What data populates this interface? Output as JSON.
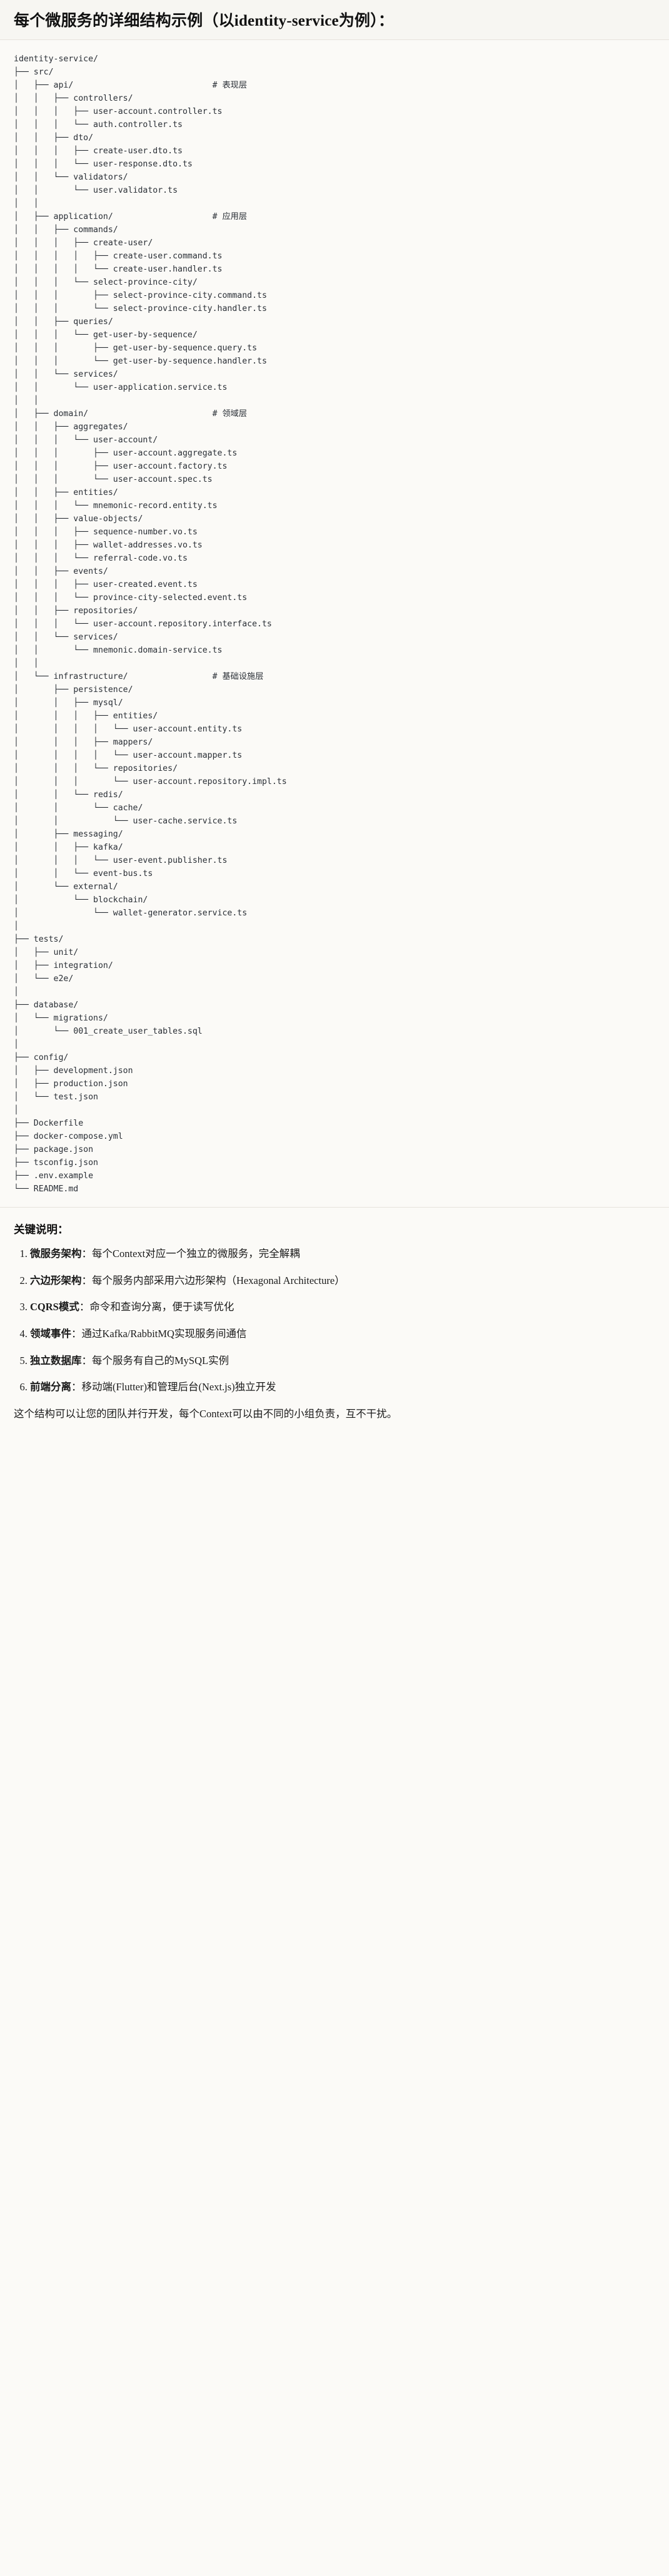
{
  "header": {
    "title": "每个微服务的详细结构示例（以identity-service为例）："
  },
  "tree": {
    "root_label": "identity-service/",
    "lines": [
      {
        "prefix": "",
        "name": "identity-service/",
        "comment": ""
      },
      {
        "prefix": "├── ",
        "name": "src/",
        "comment": ""
      },
      {
        "prefix": "│   ├── ",
        "name": "api/",
        "comment": "# 表现层"
      },
      {
        "prefix": "│   │   ├── ",
        "name": "controllers/",
        "comment": ""
      },
      {
        "prefix": "│   │   │   ├── ",
        "name": "user-account.controller.ts",
        "comment": ""
      },
      {
        "prefix": "│   │   │   └── ",
        "name": "auth.controller.ts",
        "comment": ""
      },
      {
        "prefix": "│   │   ├── ",
        "name": "dto/",
        "comment": ""
      },
      {
        "prefix": "│   │   │   ├── ",
        "name": "create-user.dto.ts",
        "comment": ""
      },
      {
        "prefix": "│   │   │   └── ",
        "name": "user-response.dto.ts",
        "comment": ""
      },
      {
        "prefix": "│   │   └── ",
        "name": "validators/",
        "comment": ""
      },
      {
        "prefix": "│   │       └── ",
        "name": "user.validator.ts",
        "comment": ""
      },
      {
        "prefix": "│   │",
        "name": "",
        "comment": ""
      },
      {
        "prefix": "│   ├── ",
        "name": "application/",
        "comment": "# 应用层"
      },
      {
        "prefix": "│   │   ├── ",
        "name": "commands/",
        "comment": ""
      },
      {
        "prefix": "│   │   │   ├── ",
        "name": "create-user/",
        "comment": ""
      },
      {
        "prefix": "│   │   │   │   ├── ",
        "name": "create-user.command.ts",
        "comment": ""
      },
      {
        "prefix": "│   │   │   │   └── ",
        "name": "create-user.handler.ts",
        "comment": ""
      },
      {
        "prefix": "│   │   │   └── ",
        "name": "select-province-city/",
        "comment": ""
      },
      {
        "prefix": "│   │   │       ├── ",
        "name": "select-province-city.command.ts",
        "comment": ""
      },
      {
        "prefix": "│   │   │       └── ",
        "name": "select-province-city.handler.ts",
        "comment": ""
      },
      {
        "prefix": "│   │   ├── ",
        "name": "queries/",
        "comment": ""
      },
      {
        "prefix": "│   │   │   └── ",
        "name": "get-user-by-sequence/",
        "comment": ""
      },
      {
        "prefix": "│   │   │       ├── ",
        "name": "get-user-by-sequence.query.ts",
        "comment": ""
      },
      {
        "prefix": "│   │   │       └── ",
        "name": "get-user-by-sequence.handler.ts",
        "comment": ""
      },
      {
        "prefix": "│   │   └── ",
        "name": "services/",
        "comment": ""
      },
      {
        "prefix": "│   │       └── ",
        "name": "user-application.service.ts",
        "comment": ""
      },
      {
        "prefix": "│   │",
        "name": "",
        "comment": ""
      },
      {
        "prefix": "│   ├── ",
        "name": "domain/",
        "comment": "# 领域层"
      },
      {
        "prefix": "│   │   ├── ",
        "name": "aggregates/",
        "comment": ""
      },
      {
        "prefix": "│   │   │   └── ",
        "name": "user-account/",
        "comment": ""
      },
      {
        "prefix": "│   │   │       ├── ",
        "name": "user-account.aggregate.ts",
        "comment": ""
      },
      {
        "prefix": "│   │   │       ├── ",
        "name": "user-account.factory.ts",
        "comment": ""
      },
      {
        "prefix": "│   │   │       └── ",
        "name": "user-account.spec.ts",
        "comment": ""
      },
      {
        "prefix": "│   │   ├── ",
        "name": "entities/",
        "comment": ""
      },
      {
        "prefix": "│   │   │   └── ",
        "name": "mnemonic-record.entity.ts",
        "comment": ""
      },
      {
        "prefix": "│   │   ├── ",
        "name": "value-objects/",
        "comment": ""
      },
      {
        "prefix": "│   │   │   ├── ",
        "name": "sequence-number.vo.ts",
        "comment": ""
      },
      {
        "prefix": "│   │   │   ├── ",
        "name": "wallet-addresses.vo.ts",
        "comment": ""
      },
      {
        "prefix": "│   │   │   └── ",
        "name": "referral-code.vo.ts",
        "comment": ""
      },
      {
        "prefix": "│   │   ├── ",
        "name": "events/",
        "comment": ""
      },
      {
        "prefix": "│   │   │   ├── ",
        "name": "user-created.event.ts",
        "comment": ""
      },
      {
        "prefix": "│   │   │   └── ",
        "name": "province-city-selected.event.ts",
        "comment": ""
      },
      {
        "prefix": "│   │   ├── ",
        "name": "repositories/",
        "comment": ""
      },
      {
        "prefix": "│   │   │   └── ",
        "name": "user-account.repository.interface.ts",
        "comment": ""
      },
      {
        "prefix": "│   │   └── ",
        "name": "services/",
        "comment": ""
      },
      {
        "prefix": "│   │       └── ",
        "name": "mnemonic.domain-service.ts",
        "comment": ""
      },
      {
        "prefix": "│   │",
        "name": "",
        "comment": ""
      },
      {
        "prefix": "│   └── ",
        "name": "infrastructure/",
        "comment": "# 基础设施层"
      },
      {
        "prefix": "│       ├── ",
        "name": "persistence/",
        "comment": ""
      },
      {
        "prefix": "│       │   ├── ",
        "name": "mysql/",
        "comment": ""
      },
      {
        "prefix": "│       │   │   ├── ",
        "name": "entities/",
        "comment": ""
      },
      {
        "prefix": "│       │   │   │   └── ",
        "name": "user-account.entity.ts",
        "comment": ""
      },
      {
        "prefix": "│       │   │   ├── ",
        "name": "mappers/",
        "comment": ""
      },
      {
        "prefix": "│       │   │   │   └── ",
        "name": "user-account.mapper.ts",
        "comment": ""
      },
      {
        "prefix": "│       │   │   └── ",
        "name": "repositories/",
        "comment": ""
      },
      {
        "prefix": "│       │   │       └── ",
        "name": "user-account.repository.impl.ts",
        "comment": ""
      },
      {
        "prefix": "│       │   └── ",
        "name": "redis/",
        "comment": ""
      },
      {
        "prefix": "│       │       └── ",
        "name": "cache/",
        "comment": ""
      },
      {
        "prefix": "│       │           └── ",
        "name": "user-cache.service.ts",
        "comment": ""
      },
      {
        "prefix": "│       ├── ",
        "name": "messaging/",
        "comment": ""
      },
      {
        "prefix": "│       │   ├── ",
        "name": "kafka/",
        "comment": ""
      },
      {
        "prefix": "│       │   │   └── ",
        "name": "user-event.publisher.ts",
        "comment": ""
      },
      {
        "prefix": "│       │   └── ",
        "name": "event-bus.ts",
        "comment": ""
      },
      {
        "prefix": "│       └── ",
        "name": "external/",
        "comment": ""
      },
      {
        "prefix": "│           └── ",
        "name": "blockchain/",
        "comment": ""
      },
      {
        "prefix": "│               └── ",
        "name": "wallet-generator.service.ts",
        "comment": ""
      },
      {
        "prefix": "│",
        "name": "",
        "comment": ""
      },
      {
        "prefix": "├── ",
        "name": "tests/",
        "comment": ""
      },
      {
        "prefix": "│   ├── ",
        "name": "unit/",
        "comment": ""
      },
      {
        "prefix": "│   ├── ",
        "name": "integration/",
        "comment": ""
      },
      {
        "prefix": "│   └── ",
        "name": "e2e/",
        "comment": ""
      },
      {
        "prefix": "│",
        "name": "",
        "comment": ""
      },
      {
        "prefix": "├── ",
        "name": "database/",
        "comment": ""
      },
      {
        "prefix": "│   └── ",
        "name": "migrations/",
        "comment": ""
      },
      {
        "prefix": "│       └── ",
        "name": "001_create_user_tables.sql",
        "comment": ""
      },
      {
        "prefix": "│",
        "name": "",
        "comment": ""
      },
      {
        "prefix": "├── ",
        "name": "config/",
        "comment": ""
      },
      {
        "prefix": "│   ├── ",
        "name": "development.json",
        "comment": ""
      },
      {
        "prefix": "│   ├── ",
        "name": "production.json",
        "comment": ""
      },
      {
        "prefix": "│   └── ",
        "name": "test.json",
        "comment": ""
      },
      {
        "prefix": "│",
        "name": "",
        "comment": ""
      },
      {
        "prefix": "├── ",
        "name": "Dockerfile",
        "comment": ""
      },
      {
        "prefix": "├── ",
        "name": "docker-compose.yml",
        "comment": ""
      },
      {
        "prefix": "├── ",
        "name": "package.json",
        "comment": ""
      },
      {
        "prefix": "├── ",
        "name": "tsconfig.json",
        "comment": ""
      },
      {
        "prefix": "├── ",
        "name": ".env.example",
        "comment": ""
      },
      {
        "prefix": "└── ",
        "name": "README.md",
        "comment": ""
      }
    ],
    "comment_column": 40
  },
  "notes": {
    "heading": "关键说明：",
    "items": [
      {
        "term": "微服务架构",
        "sep": "：",
        "desc": "每个Context对应一个独立的微服务，完全解耦"
      },
      {
        "term": "六边形架构",
        "sep": "：",
        "desc": "每个服务内部采用六边形架构（Hexagonal Architecture）"
      },
      {
        "term": "CQRS模式",
        "sep": "：",
        "desc": "命令和查询分离，便于读写优化"
      },
      {
        "term": "领域事件",
        "sep": "：",
        "desc": "通过Kafka/RabbitMQ实现服务间通信"
      },
      {
        "term": "独立数据库",
        "sep": "：",
        "desc": "每个服务有自己的MySQL实例"
      },
      {
        "term": "前端分离",
        "sep": "：",
        "desc": "移动端(Flutter)和管理后台(Next.js)独立开发"
      }
    ],
    "closing": "这个结构可以让您的团队并行开发，每个Context可以由不同的小组负责，互不干扰。"
  }
}
